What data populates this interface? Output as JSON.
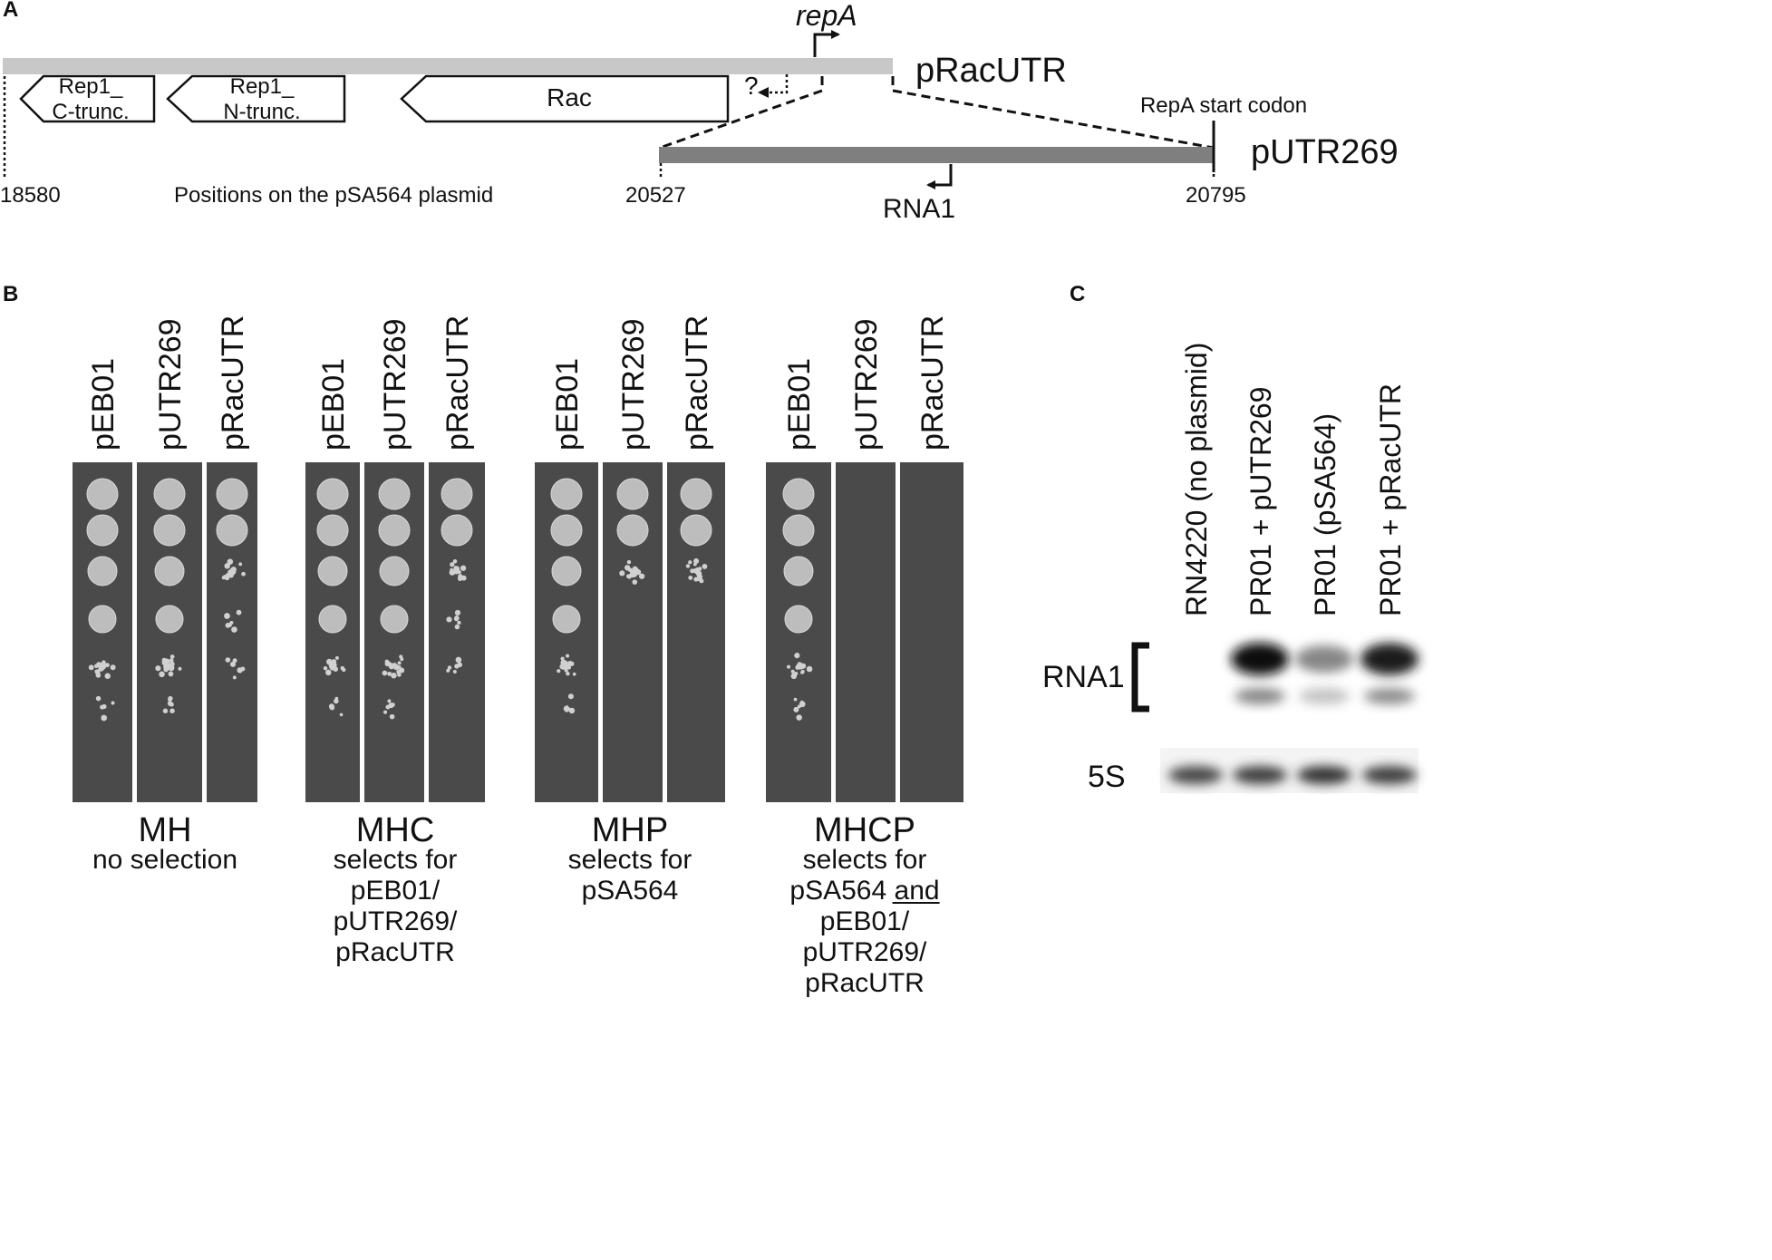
{
  "panelA": {
    "letter": "A",
    "repA_label": "repA",
    "pRacUTR_label": "pRacUTR",
    "pUTR269_label": "pUTR269",
    "genes": [
      {
        "line1": "Rep1_",
        "line2": "C-trunc."
      },
      {
        "line1": "Rep1_",
        "line2": "N-trunc."
      },
      {
        "line1": "Rac",
        "line2": ""
      }
    ],
    "question_mark": "?",
    "repA_start_label": "RepA start codon",
    "positions_caption": "Positions on the pSA564 plasmid",
    "pos_18580": "18580",
    "pos_20527": "20527",
    "pos_20795": "20795",
    "rna1_label": "RNA1",
    "colors": {
      "pRacUTR_bar": "#c8c8c8",
      "pUTR269_bar": "#7f7f7f"
    }
  },
  "panelB": {
    "letter": "B",
    "groups": [
      {
        "col_labels": [
          "pEB01",
          "pUTR269",
          "pRacUTR"
        ],
        "medium": "MH",
        "desc": [
          "no selection"
        ],
        "spots": [
          6,
          6,
          5
        ]
      },
      {
        "col_labels": [
          "pEB01",
          "pUTR269",
          "pRacUTR"
        ],
        "medium": "MHC",
        "desc": [
          "selects for",
          "pEB01/",
          "pUTR269/",
          "pRacUTR"
        ],
        "spots": [
          6,
          6,
          5
        ]
      },
      {
        "col_labels": [
          "pEB01",
          "pUTR269",
          "pRacUTR"
        ],
        "medium": "MHP",
        "desc": [
          "selects for",
          "pSA564"
        ],
        "spots": [
          6,
          3,
          3
        ]
      },
      {
        "col_labels": [
          "pEB01",
          "pUTR269",
          "pRacUTR"
        ],
        "medium": "MHCP",
        "desc": [
          "selects for",
          "pSA564 and",
          "pEB01/",
          "pUTR269/",
          "pRacUTR"
        ],
        "spots": [
          6,
          0,
          0
        ]
      }
    ]
  },
  "panelC": {
    "letter": "C",
    "lanes": [
      "RN4220 (no plasmid)",
      "PR01 + pUTR269",
      "PR01 (pSA564)",
      "PR01 + pRacUTR"
    ],
    "rna1_label": "RNA1",
    "ss_label": "5S",
    "rna1_intensity": [
      0,
      1.0,
      0.5,
      0.95
    ],
    "ss_intensity": [
      0.8,
      0.85,
      0.9,
      0.85
    ]
  }
}
